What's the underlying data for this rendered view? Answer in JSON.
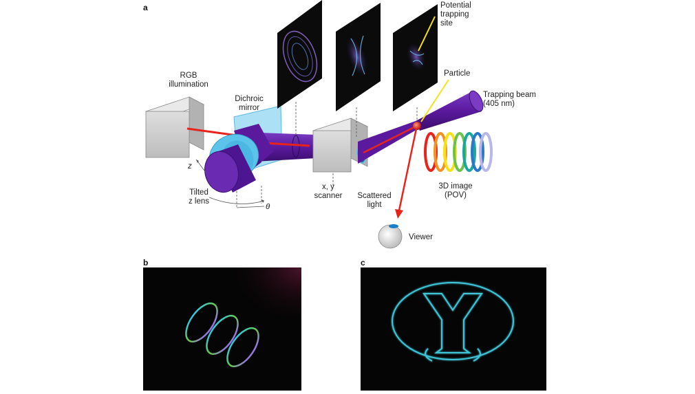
{
  "panels": {
    "a": {
      "letter": "a",
      "labels": {
        "rgb_illumination": [
          "RGB",
          "illumination"
        ],
        "dichroic_mirror": [
          "Dichroic",
          "mirror"
        ],
        "tilted_lens": [
          "Tilted",
          "z lens"
        ],
        "z_axis": "z",
        "theta": "θ",
        "scanner": [
          "x, y",
          "scanner"
        ],
        "potential_trapping_site": [
          "Potential",
          "trapping",
          "site"
        ],
        "particle": "Particle",
        "trapping_beam": [
          "Trapping beam",
          "(405 nm)"
        ],
        "scattered_light": [
          "Scattered",
          "light"
        ],
        "image_3d": [
          "3D image",
          "(POV)"
        ],
        "viewer": "Viewer"
      }
    },
    "b": {
      "letter": "b"
    },
    "c": {
      "letter": "c"
    }
  },
  "colors": {
    "beam_purple": "#5b1a9e",
    "beam_dark": "#3d0f72",
    "laser_red": "#e8231c",
    "lens_blue": "#5cc4ea",
    "box_grey": "#cfcfcf",
    "pointer_yellow": "#f5e21a",
    "rainbow": [
      "#e8231c",
      "#f39321",
      "#f7e219",
      "#6cc24a",
      "#1aa7a0",
      "#2a78c8",
      "#b7b7e8"
    ],
    "glow_cyan": "#46d9ee"
  }
}
